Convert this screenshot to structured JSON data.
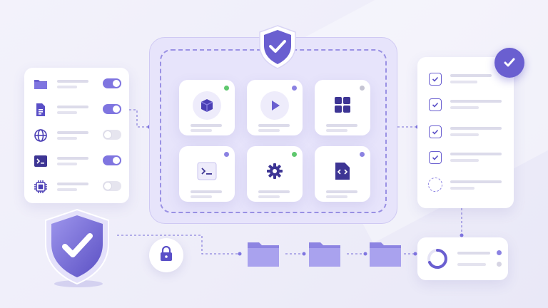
{
  "colors": {
    "accent": "#6a5fd0",
    "accent_light": "#8b82e2",
    "frame_fill": "#e7e4fb",
    "dot_green": "#5fc86e",
    "dot_grey": "#c5c4d3"
  },
  "permissions_panel": {
    "rows": [
      {
        "icon": "folder-icon",
        "toggle": "on"
      },
      {
        "icon": "document-icon",
        "toggle": "on"
      },
      {
        "icon": "globe-icon",
        "toggle": "off"
      },
      {
        "icon": "terminal-icon",
        "toggle": "on"
      },
      {
        "icon": "chip-icon",
        "toggle": "off"
      }
    ]
  },
  "app_grid": {
    "tiles": [
      {
        "icon": "cube-icon",
        "status": "green"
      },
      {
        "icon": "play-icon",
        "status": "purple"
      },
      {
        "icon": "grid-icon",
        "status": "grey"
      },
      {
        "icon": "terminal-icon",
        "status": "purple"
      },
      {
        "icon": "gear-icon",
        "status": "green"
      },
      {
        "icon": "code-file-icon",
        "status": "purple"
      }
    ]
  },
  "checklist": {
    "items": [
      {
        "state": "checked"
      },
      {
        "state": "checked"
      },
      {
        "state": "checked"
      },
      {
        "state": "checked"
      },
      {
        "state": "pending"
      }
    ]
  },
  "flow": {
    "folders": [
      "folder-icon",
      "folder-icon",
      "folder-icon"
    ],
    "lock": "lock-icon",
    "progress": "loading-ring-icon"
  },
  "badges": [
    "shield-check-icon",
    "check-circle-icon"
  ]
}
